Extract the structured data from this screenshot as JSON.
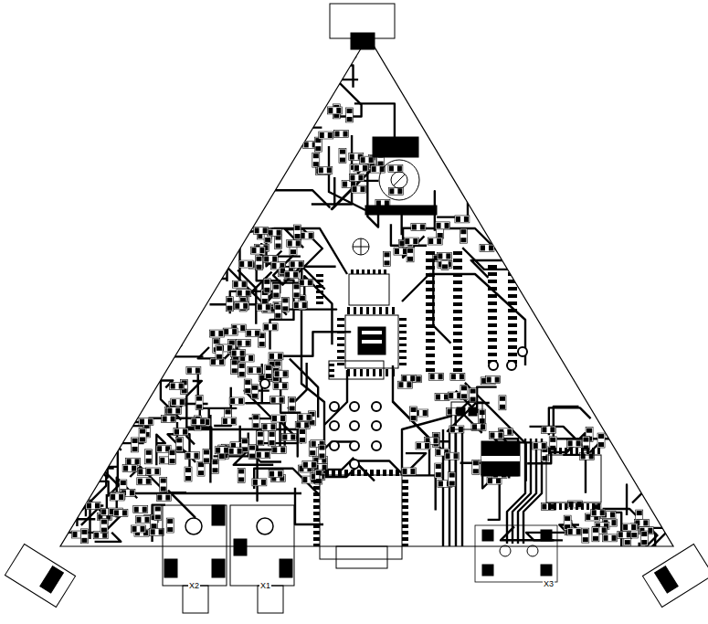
{
  "diagram": {
    "labels": [
      "X2",
      "X1",
      "X3"
    ]
  }
}
